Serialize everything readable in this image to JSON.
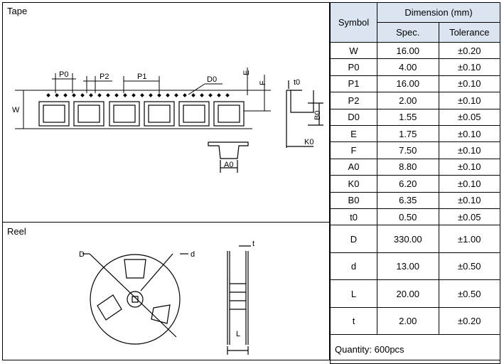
{
  "tape": {
    "title": "Tape",
    "labels": {
      "P0": "P0",
      "P2": "P2",
      "P1": "P1",
      "D0": "D0",
      "E": "E",
      "F": "F",
      "W": "W",
      "t0": "t0",
      "B0": "B0",
      "K0": "K0",
      "A0": "A0"
    }
  },
  "reel": {
    "title": "Reel",
    "labels": {
      "D": "D",
      "d": "d",
      "t": "t",
      "L": "L"
    }
  },
  "table": {
    "symbol_header": "Symbol",
    "dimension_header": "Dimension (mm)",
    "spec_header": "Spec.",
    "tolerance_header": "Tolerance",
    "rows": [
      {
        "symbol": "W",
        "spec": "16.00",
        "tol": "±0.20"
      },
      {
        "symbol": "P0",
        "spec": "4.00",
        "tol": "±0.10"
      },
      {
        "symbol": "P1",
        "spec": "16.00",
        "tol": "±0.10"
      },
      {
        "symbol": "P2",
        "spec": "2.00",
        "tol": "±0.10"
      },
      {
        "symbol": "D0",
        "spec": "1.55",
        "tol": "±0.05"
      },
      {
        "symbol": "E",
        "spec": "1.75",
        "tol": "±0.10"
      },
      {
        "symbol": "F",
        "spec": "7.50",
        "tol": "±0.10"
      },
      {
        "symbol": "A0",
        "spec": "8.80",
        "tol": "±0.10"
      },
      {
        "symbol": "K0",
        "spec": "6.20",
        "tol": "±0.10"
      },
      {
        "symbol": "B0",
        "spec": "6.35",
        "tol": "±0.10"
      },
      {
        "symbol": "t0",
        "spec": "0.50",
        "tol": "±0.05"
      }
    ],
    "reel_rows": [
      {
        "symbol": "D",
        "spec": "330.00",
        "tol": "±1.00"
      },
      {
        "symbol": "d",
        "spec": "13.00",
        "tol": "±0.50"
      },
      {
        "symbol": "L",
        "spec": "20.00",
        "tol": "±0.50"
      },
      {
        "symbol": "t",
        "spec": "2.00",
        "tol": "±0.20"
      }
    ],
    "quantity": "Quantity: 600pcs"
  }
}
